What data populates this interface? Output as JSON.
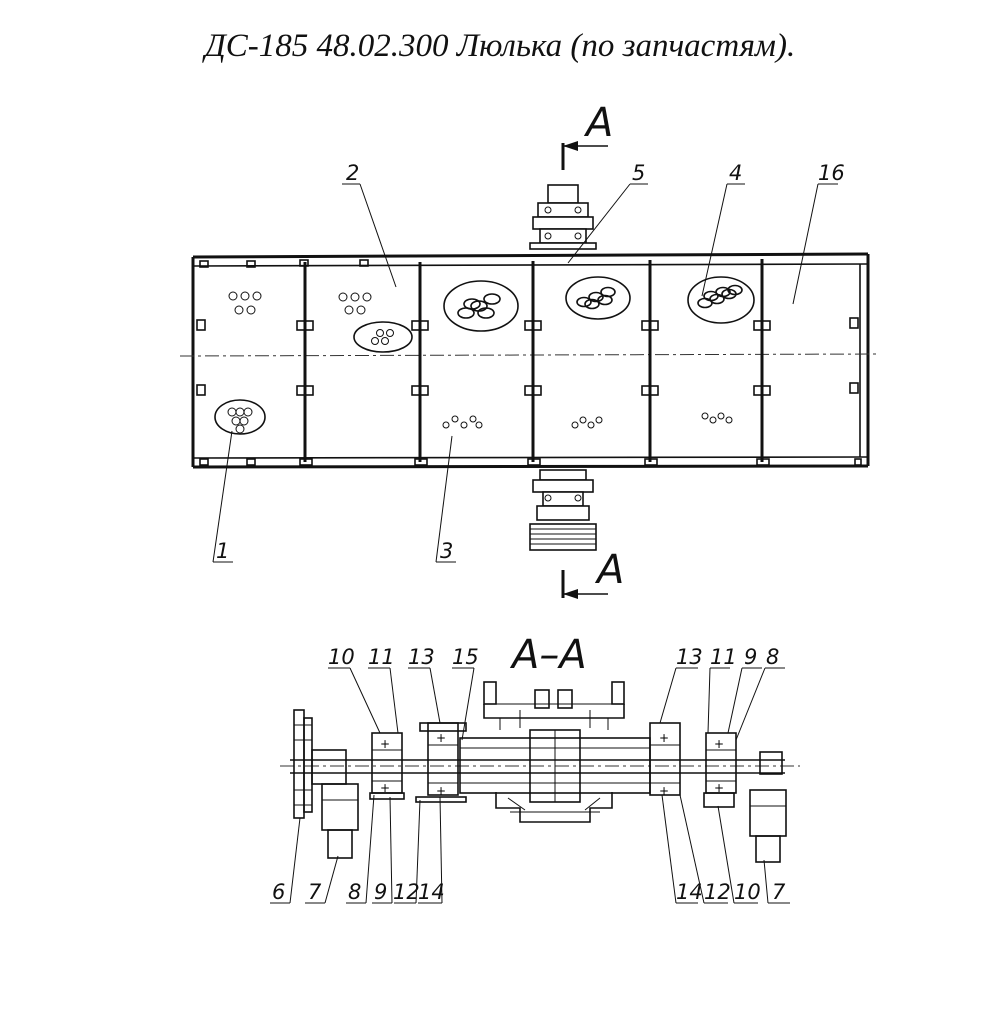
{
  "title": "ДС-185 48.02.300 Люлька (по запчастям).",
  "section_marks": {
    "top_arrow": "A",
    "bottom_arrow": "A",
    "section_view": "A–A"
  },
  "callouts_plan": {
    "c1": "1",
    "c2": "2",
    "c3": "3",
    "c4": "4",
    "c5": "5",
    "c16": "16"
  },
  "callouts_section_top": [
    "10",
    "11",
    "13",
    "15",
    "13",
    "11",
    "9",
    "8"
  ],
  "callouts_section_bottom": [
    "6",
    "7",
    "8",
    "9",
    "12",
    "14",
    "14",
    "12",
    "10",
    "7"
  ]
}
